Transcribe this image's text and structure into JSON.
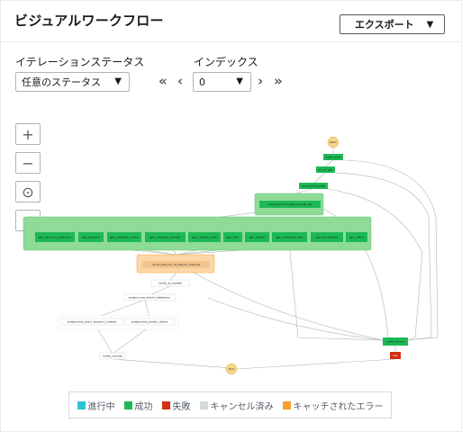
{
  "header": {
    "title": "ビジュアルワークフロー",
    "export_label": "エクスポート"
  },
  "filters": {
    "status_label": "イテレーションステータス",
    "status_value": "任意のステータス",
    "index_label": "インデックス",
    "index_value": "0"
  },
  "graph": {
    "start": "Start",
    "end": "End",
    "fail": "Fail",
    "nodes": {
      "notify_start": "notify_start",
      "pv_url": "pv_url_get",
      "pv_articles": "get_articles_path",
      "split": "split_data_for_ml_data_for_single_file",
      "g1": "gpu_sentence_detection",
      "g2": "gpu_tokenize",
      "g3": "gpu_semantic_vector",
      "g4": "gpu_category_concept",
      "g5": "gpu_category_title",
      "g6": "gpu_lenh",
      "g7": "gpu_singlist",
      "g8": "gpu_advanced_sent",
      "g9": "gpu_factualness",
      "g10": "gpu_refine",
      "concat": "concat_data_from_ml_data_for_single_file",
      "verify": "verify_es_update",
      "post_df": "postprocess_article_dataframe",
      "post_trend": "postprocess_trend_keyword_created",
      "post_sim": "postprocess_similar_article",
      "notify_success": "notify_success",
      "notify_failure": "notify_failure"
    }
  },
  "legend": [
    {
      "label": "進行中",
      "color": "#2ec1d6"
    },
    {
      "label": "成功",
      "color": "#1db954"
    },
    {
      "label": "失敗",
      "color": "#d13212"
    },
    {
      "label": "キャンセル済み",
      "color": "#d5dbdb"
    },
    {
      "label": "キャッチされたエラー",
      "color": "#f89e2f"
    }
  ]
}
